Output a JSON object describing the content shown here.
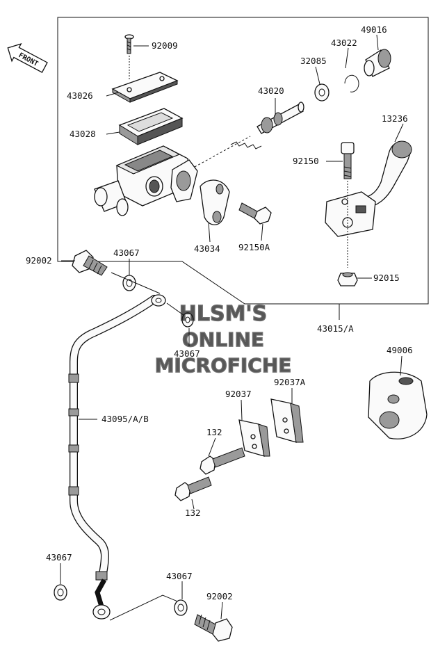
{
  "front_sign": "FRONT",
  "watermark": {
    "line1": "HLSM'S",
    "line2": "ONLINE",
    "line3": "MICROFICHE"
  },
  "labels": {
    "p92009": "92009",
    "p49016": "49016",
    "p43022": "43022",
    "p32085": "32085",
    "p43026": "43026",
    "p43020": "43020",
    "p13236": "13236",
    "p43028": "43028",
    "p92150": "92150",
    "p43034": "43034",
    "p92150A": "92150A",
    "p92002_top": "92002",
    "p43067_a": "43067",
    "p92015": "92015",
    "p43015A": "43015/A",
    "p43067_b": "43067",
    "p49006": "49006",
    "p92037": "92037",
    "p92037A": "92037A",
    "p43095AB": "43095/A/B",
    "p132_a": "132",
    "p132_b": "132",
    "p43067_c": "43067",
    "p43067_d": "43067",
    "p92002_bottom": "92002"
  }
}
